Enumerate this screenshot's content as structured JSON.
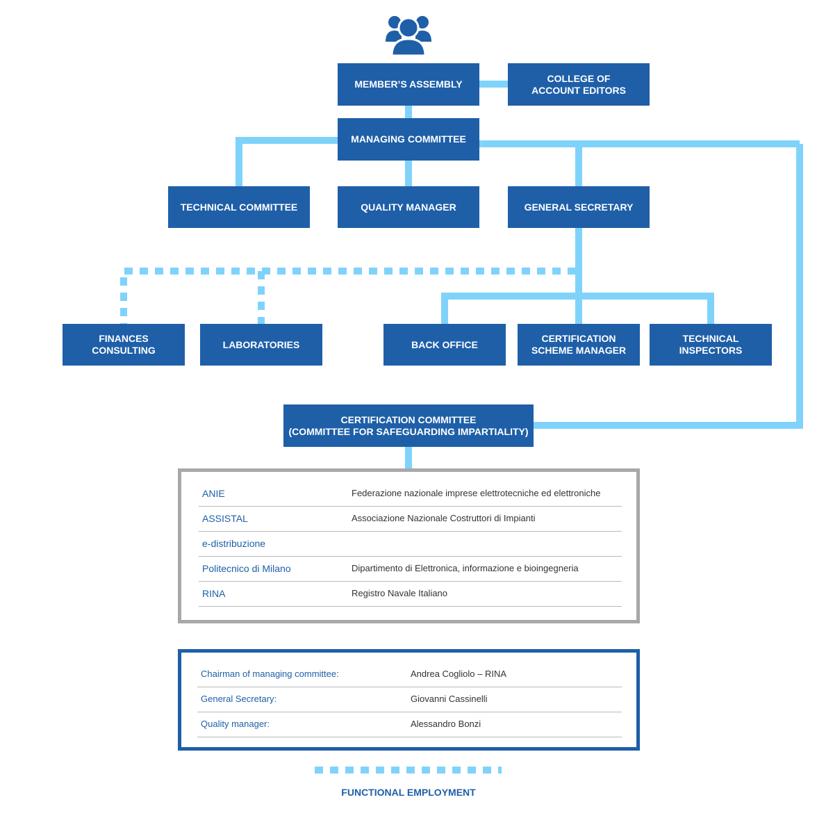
{
  "colors": {
    "box": "#1e5fa8",
    "box_text": "#ffffff",
    "solid_connector": "#7fd3fb",
    "dashed_connector": "#7fd3fb",
    "members_border": "#a8a8a8",
    "staff_border": "#1e5fa8"
  },
  "header_icon": "users-group-icon",
  "boxes": {
    "members_assembly": "MEMBER’S ASSEMBLY",
    "college_of_account_editors": "COLLEGE OF\nACCOUNT EDITORS",
    "managing_committee": "MANAGING COMMITTEE",
    "technical_committee": "TECHNICAL COMMITTEE",
    "quality_manager": "QUALITY MANAGER",
    "general_secretary": "GENERAL SECRETARY",
    "finances_consulting": "FINANCES\nCONSULTING",
    "laboratories": "LABORATORIES",
    "back_office": "BACK OFFICE",
    "certification_scheme_manager": "CERTIFICATION\nSCHEME MANAGER",
    "technical_inspectors": "TECHNICAL\nINSPECTORS",
    "certification_committee": "CERTIFICATION COMMITTEE\n(COMMITTEE FOR SAFEGUARDING IMPARTIALITY)"
  },
  "certification_committee_members": [
    {
      "name": "ANIE",
      "description": "Federazione nazionale imprese elettrotecniche ed elettroniche"
    },
    {
      "name": "ASSISTAL",
      "description": "Associazione Nazionale Costruttori di Impianti"
    },
    {
      "name": "e-distribuzione",
      "description": ""
    },
    {
      "name": "Politecnico di Milano",
      "description": "Dipartimento di Elettronica, informazione e bioingegneria"
    },
    {
      "name": "RINA",
      "description": "Registro Navale Italiano"
    }
  ],
  "staff": [
    {
      "role": "Chairman of managing committee:",
      "person": "Andrea Cogliolo – RINA"
    },
    {
      "role": "General Secretary:",
      "person": "Giovanni Cassinelli"
    },
    {
      "role": "Quality manager:",
      "person": "Alessandro Bonzi"
    }
  ],
  "legend": {
    "dashed_line_label": "FUNCTIONAL EMPLOYMENT"
  }
}
